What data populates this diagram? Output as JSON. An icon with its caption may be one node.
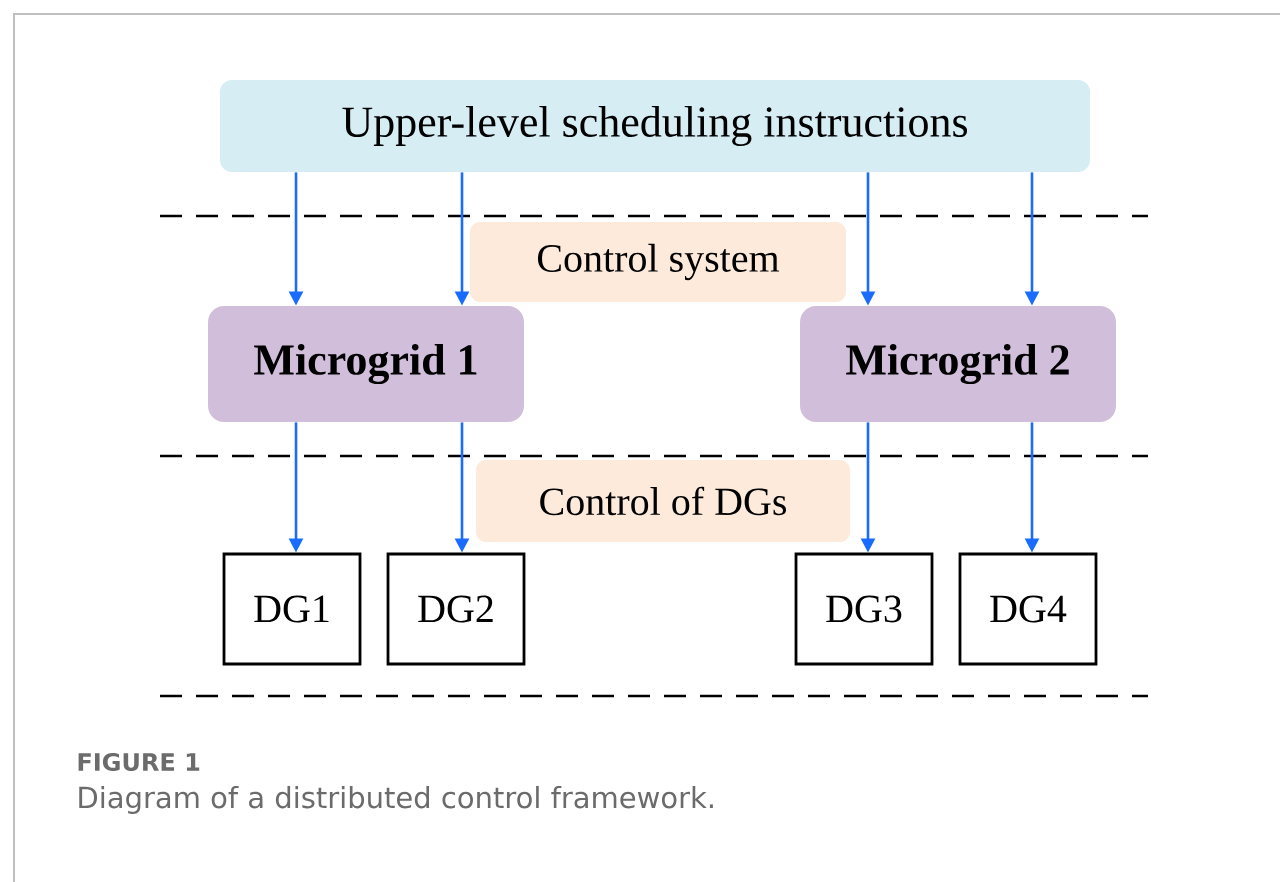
{
  "diagram": {
    "caption": "Diagram of a distributed control framework.",
    "nodes": [
      {
        "text": [
          "Upper-level scheduling instructions"
        ]
      },
      {
        "text": [
          "Microgrid 1"
        ]
      },
      {
        "text": [
          "Microgrid 2"
        ]
      },
      {
        "text": [
          "DG1"
        ]
      },
      {
        "text": [
          "DG2"
        ]
      },
      {
        "text": [
          "DG3"
        ]
      },
      {
        "text": [
          "DG4"
        ]
      },
      {
        "text": [
          "Control system"
        ]
      },
      {
        "text": [
          "Control of DGs"
        ]
      }
    ],
    "edges": [
      {
        "from": 0,
        "to": 1,
        "arrow": "to"
      },
      {
        "from": 0,
        "to": 1,
        "arrow": "to"
      },
      {
        "from": 0,
        "to": 2,
        "arrow": "to"
      },
      {
        "from": 0,
        "to": 2,
        "arrow": "to"
      },
      {
        "from": 1,
        "to": 3,
        "arrow": "to"
      },
      {
        "from": 1,
        "to": 4,
        "arrow": "to"
      },
      {
        "from": 2,
        "to": 5,
        "arrow": "to"
      },
      {
        "from": 2,
        "to": 6,
        "arrow": "to"
      }
    ],
    "labels": [
      "FIGURE 1"
    ]
  }
}
